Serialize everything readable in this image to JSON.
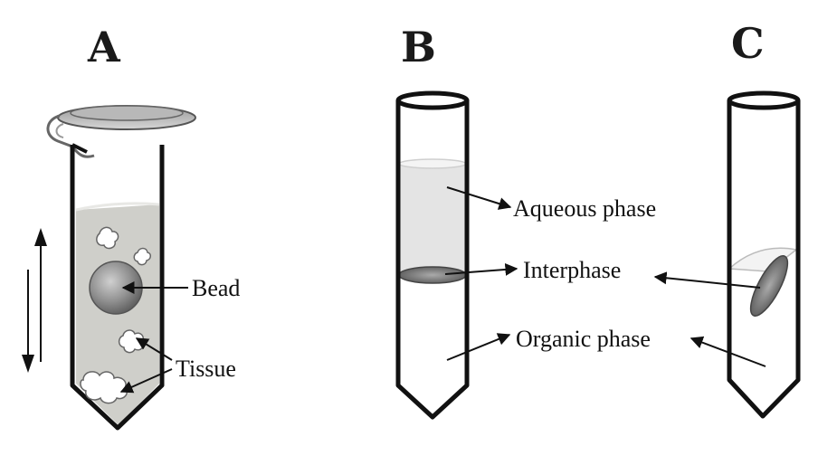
{
  "panels": {
    "a": {
      "letter": "A",
      "bead_label": "Bead",
      "tissue_label": "Tissue"
    },
    "b": {
      "letter": "B",
      "aqueous_label": "Aqueous phase",
      "interphase_label": "Interphase",
      "organic_label": "Organic phase"
    },
    "c": {
      "letter": "C"
    }
  },
  "colors": {
    "tube_outline": "#111111",
    "liquid_gray": "#cdcdc8",
    "aqueous_tint": "#e6e6e6",
    "interphase": "#777777",
    "bead": "#8c8c8c"
  }
}
